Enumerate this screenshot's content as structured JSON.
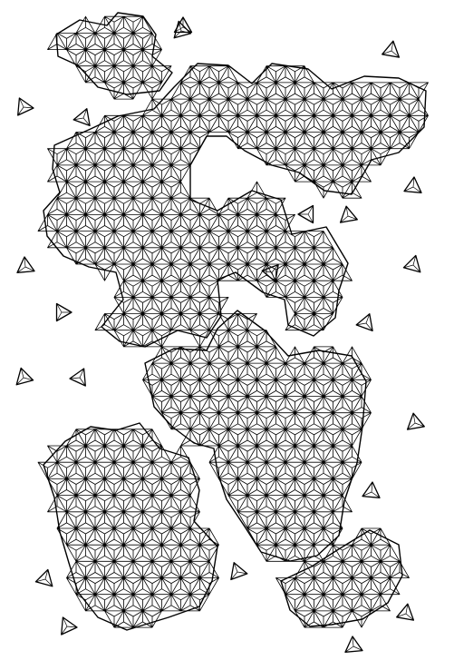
{
  "artwork": {
    "kind": "line-drawing",
    "description_hidden": true,
    "colors": {
      "background": "#ffffff",
      "ink": "#000000"
    },
    "pattern": "triangular-lattice-with-star-vertices",
    "clusters_count": 5,
    "loose_triangles_count": 22
  }
}
